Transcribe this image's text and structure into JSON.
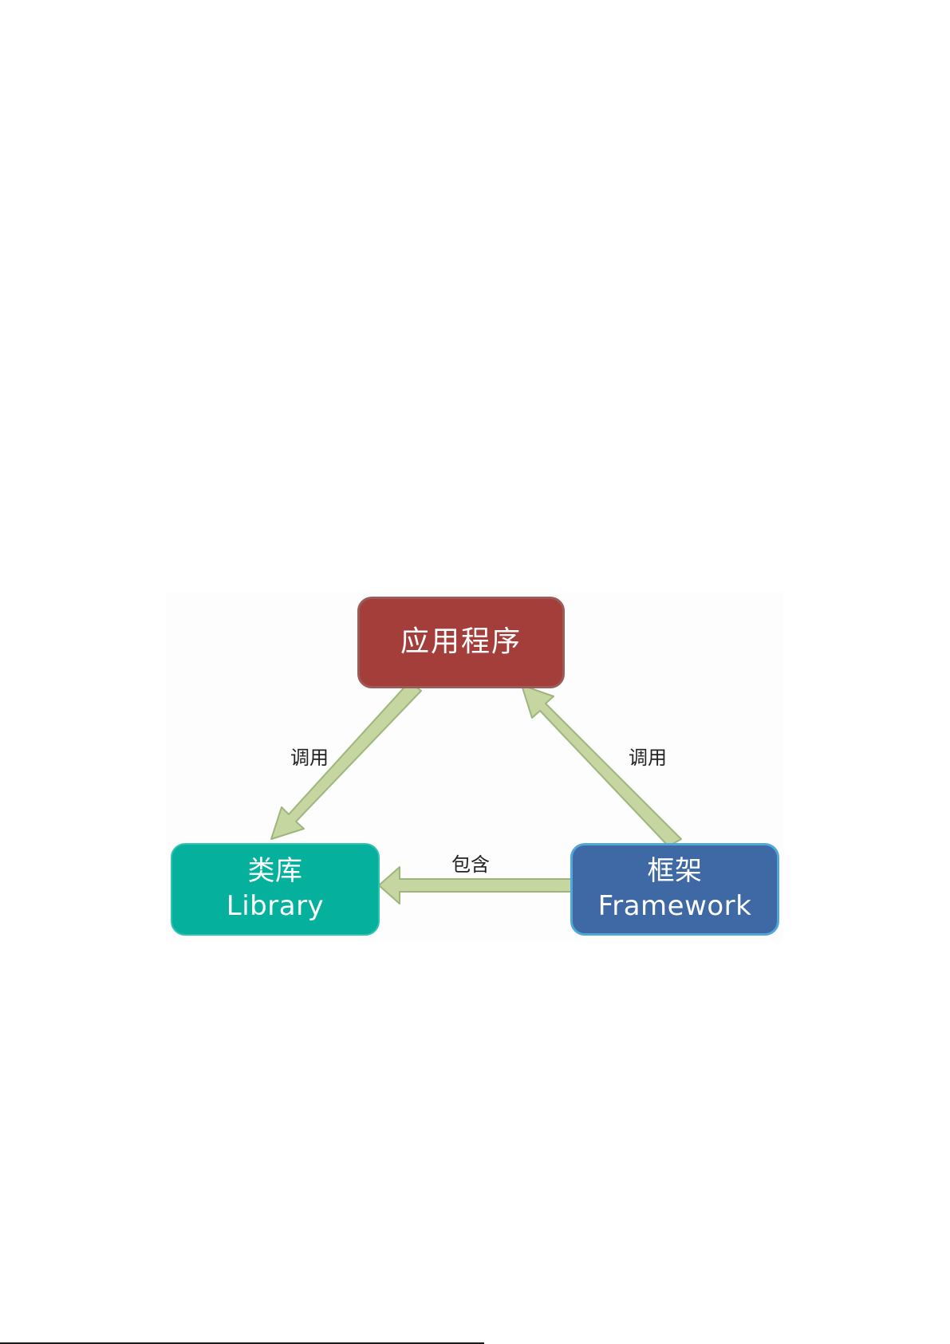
{
  "diagram": {
    "nodes": {
      "application": {
        "lines": [
          "应用程序"
        ],
        "color": "#a43e3b"
      },
      "library": {
        "lines": [
          "类库",
          "Library"
        ],
        "color": "#05b09c"
      },
      "framework": {
        "lines": [
          "框架",
          "Framework"
        ],
        "color": "#3f69a4"
      }
    },
    "edges": {
      "app_to_library": {
        "label": "调用",
        "from": "application",
        "to": "library"
      },
      "framework_to_app": {
        "label": "调用",
        "from": "framework",
        "to": "application"
      },
      "framework_to_library": {
        "label": "包含",
        "from": "framework",
        "to": "library"
      }
    },
    "arrow_color": "#c5d6a0",
    "arrow_outline_color": "#9fb57e"
  }
}
